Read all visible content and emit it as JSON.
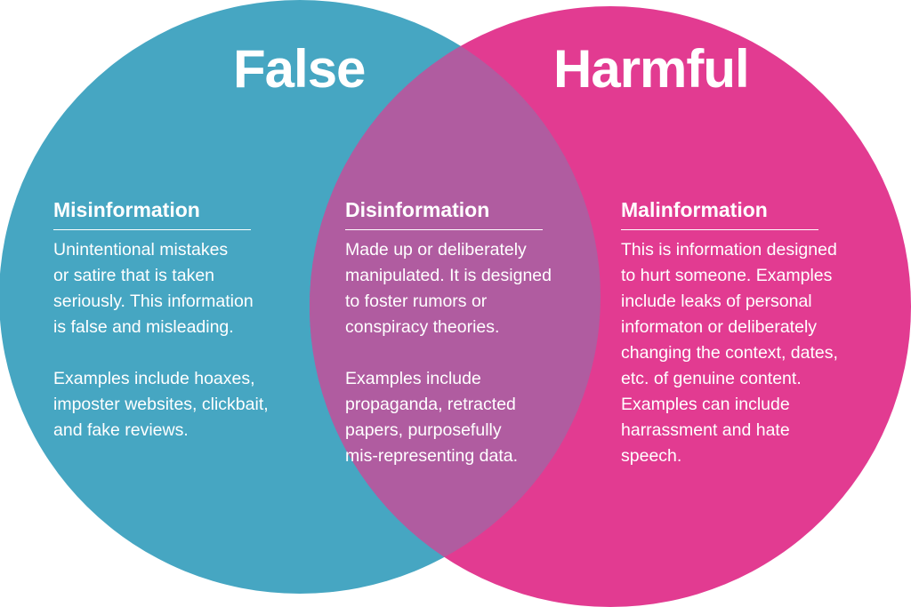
{
  "colors": {
    "false_circle": "#46A6C2",
    "harmful_circle": "#E23B91",
    "overlap": "#B05CA0",
    "text": "#FFFFFF"
  },
  "circles": {
    "left": {
      "label": "False"
    },
    "right": {
      "label": "Harmful"
    }
  },
  "sections": [
    {
      "heading": "Misinformation",
      "paragraphs": [
        "Unintentional mistakes\nor satire that is taken\nseriously. This information\nis false and misleading.",
        "Examples include hoaxes,\nimposter websites, clickbait,\nand fake reviews."
      ]
    },
    {
      "heading": "Disinformation",
      "paragraphs": [
        "Made up or deliberately\nmanipulated. It is designed\nto foster rumors or\nconspiracy theories.",
        "Examples include\npropaganda, retracted\npapers, purposefully\nmis-representing data."
      ]
    },
    {
      "heading": "Malinformation",
      "paragraphs": [
        "This is information designed\nto hurt someone. Examples\ninclude leaks of personal\ninformaton or deliberately\nchanging the context, dates,\netc. of genuine content.\nExamples can include\nharrassment and hate\nspeech."
      ]
    }
  ]
}
